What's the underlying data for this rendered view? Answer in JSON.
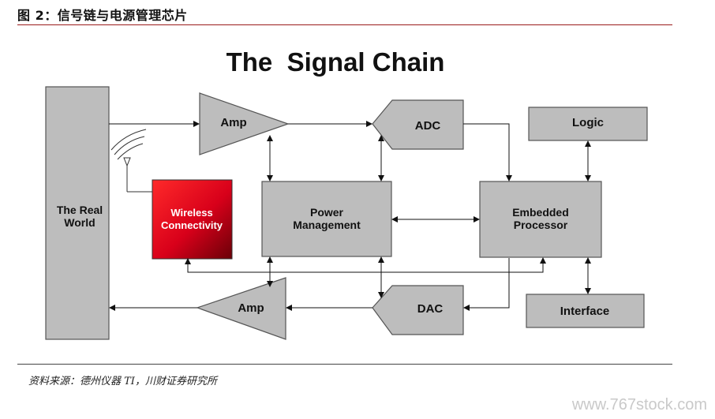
{
  "figure_caption": "图 2：信号链与电源管理芯片",
  "diagram": {
    "title": "The  Signal Chain",
    "blocks": {
      "real_world": [
        "The Real",
        "World"
      ],
      "wireless": [
        "Wireless",
        "Connectivity"
      ],
      "amp_top": "Amp",
      "amp_bottom": "Amp",
      "adc": "ADC",
      "dac": "DAC",
      "power": [
        "Power",
        "Management"
      ],
      "embedded": [
        "Embedded",
        "Processor"
      ],
      "logic": "Logic",
      "interface": "Interface"
    },
    "colors": {
      "block_fill": "#bdbdbd",
      "block_stroke": "#555555",
      "wireless_fill": "#d8001a",
      "rule": "#9b1c1c"
    }
  },
  "source_note": "资料来源：德州仪器 TI，川财证券研究所",
  "watermark": "www.767stock.com"
}
